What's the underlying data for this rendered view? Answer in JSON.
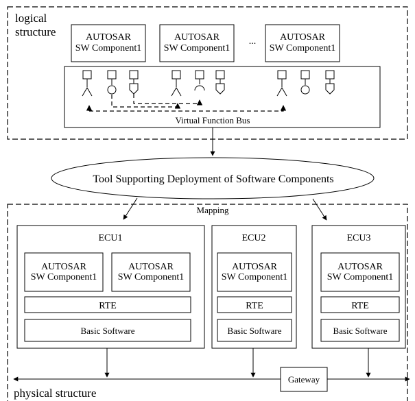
{
  "logical": {
    "title_line1": "logical",
    "title_line2": "structure",
    "components": [
      {
        "line1": "AUTOSAR",
        "line2": "SW Component1"
      },
      {
        "line1": "AUTOSAR",
        "line2": "SW Component1"
      },
      {
        "line1": "AUTOSAR",
        "line2": "SW Component1"
      }
    ],
    "ellipsis": "...",
    "vfb_label": "Virtual Function Bus"
  },
  "tool": {
    "label": "Tool Supporting Deployment of Software Components",
    "mapping_label": "Mapping"
  },
  "physical": {
    "title": "physical structure",
    "ecus": [
      {
        "name": "ECU1",
        "components": [
          {
            "line1": "AUTOSAR",
            "line2": "SW Component1"
          },
          {
            "line1": "AUTOSAR",
            "line2": "SW Component1"
          }
        ],
        "rte": "RTE",
        "bsw": "Basic Software"
      },
      {
        "name": "ECU2",
        "components": [
          {
            "line1": "AUTOSAR",
            "line2": "SW Component1"
          }
        ],
        "rte": "RTE",
        "bsw": "Basic Software"
      },
      {
        "name": "ECU3",
        "components": [
          {
            "line1": "AUTOSAR",
            "line2": "SW Component1"
          }
        ],
        "rte": "RTE",
        "bsw": "Basic Software"
      }
    ],
    "gateway": "Gateway"
  }
}
